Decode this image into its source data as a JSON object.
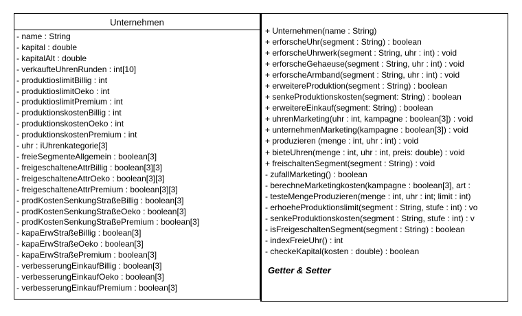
{
  "class_name": "Unternehmen",
  "attributes": [
    "- name : String",
    "- kapital : double",
    "- kapitalAlt : double",
    "- verkaufteUhrenRunden : int[10]",
    "- produktioslimitBillig : int",
    "- produktioslimitOeko : int",
    "- produktioslimitPremium : int",
    "- produktionskostenBillig : int",
    "- produktionskostenOeko : int",
    "- produktionskostenPremium : int",
    "- uhr : iUhrenkategorie[3]",
    "- freieSegmenteAllgemein : boolean[3]",
    "- freigeschalteneAttrBillig : boolean[3][3]",
    "- freigeschalteneAttrOeko : boolean[3][3]",
    "- freigeschalteneAttrPremium : boolean[3][3]",
    "- prodKostenSenkungStraßeBillig : boolean[3]",
    "- prodKostenSenkungStraßeOeko : boolean[3]",
    "- prodKostenSenkungStraßePremium : boolean[3]",
    "- kapaErwStraßeBillig : boolean[3]",
    "- kapaErwStraßeOeko : boolean[3]",
    "- kapaErwStraßePremium : boolean[3]",
    "- verbesserungEinkaufBillig : boolean[3]",
    "- verbesserungEinkaufOeko : boolean[3]",
    "- verbesserungEinkaufPremium : boolean[3]"
  ],
  "methods": [
    "+ Unternehmen(name : String)",
    "+ erforscheUhr(segment : String) : boolean",
    "+ erforscheUhrwerk(segment : String, uhr : int) : void",
    "+ erforscheGehaeuse(segment : String, uhr : int) : void",
    "+ erforscheArmband(segment : String, uhr : int) : void",
    "+ erweitereProduktion(segment : String) : boolean",
    "+ senkeProduktionskosten(segment: String) : boolean",
    "+ erweitereEinkauf(segment: String) : boolean",
    "+ uhrenMarketing(uhr : int, kampagne : boolean[3]) : void",
    "+ unternehmenMarketing(kampagne : boolean[3]) : void",
    "+ produzieren (menge : int, uhr : int) : void",
    "+ bieteUhren(menge : int, uhr : int, preis: double) : void",
    "+ freischaltenSegment(segment : String) : void",
    "- zufallMarketing() : boolean",
    "- berechneMarketingkosten(kampagne : boolean[3], art :",
    "- testeMengeProduzieren(menge : int, uhr : int; limit : int)",
    "- erhoeheProduktionslimit(segment : String, stufe : int) : vo",
    "- senkeProduktionskosten(segment : String, stufe : int) : v",
    "- isFreigeschaltenSegment(segment : String) : boolean",
    "- indexFreieUhr() : int",
    "- checkeKapital(kosten : double) : boolean"
  ],
  "getter_setter_label": "Getter & Setter"
}
